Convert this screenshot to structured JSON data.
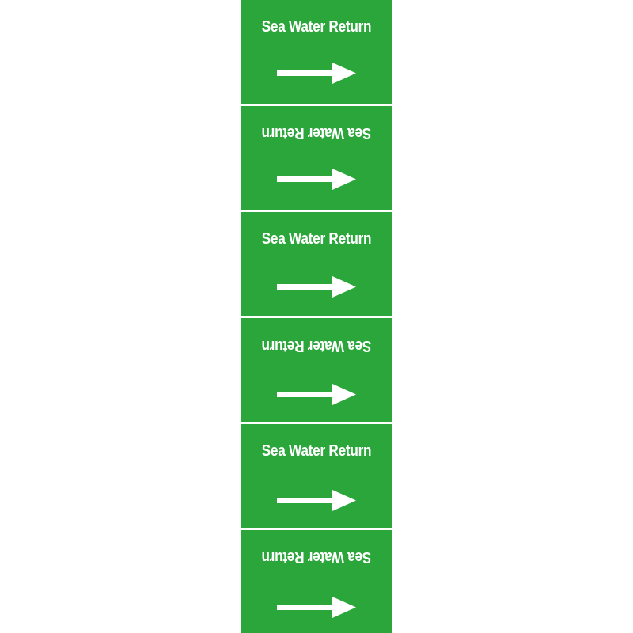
{
  "sign": {
    "background_color": "#2aa63a",
    "text_color": "#ffffff",
    "arrow_icon": "arrow-right-icon",
    "panels": [
      {
        "text": "Sea Water Return",
        "orientation": "upright"
      },
      {
        "text": "Sea Water Return",
        "orientation": "upside-down"
      },
      {
        "text": "Sea Water Return",
        "orientation": "upright"
      },
      {
        "text": "Sea Water Return",
        "orientation": "upside-down"
      },
      {
        "text": "Sea Water Return",
        "orientation": "upright"
      },
      {
        "text": "Sea Water Return",
        "orientation": "upside-down"
      }
    ]
  }
}
